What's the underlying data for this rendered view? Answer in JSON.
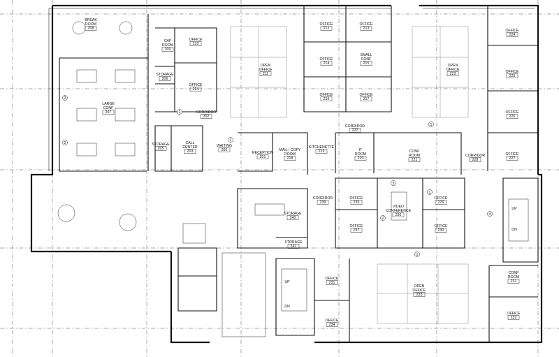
{
  "rooms": [
    {
      "name": "BREAK\nROOM",
      "num": "208"
    },
    {
      "name": "CAF\nROOM",
      "num": "209"
    },
    {
      "name": "OFFICE",
      "num": "210"
    },
    {
      "name": "STORAGE",
      "num": "206"
    },
    {
      "name": "OFFICE",
      "num": "204"
    },
    {
      "name": "LARGE\nCONF",
      "num": "207"
    },
    {
      "name": "CORRIDOR",
      "num": "202"
    },
    {
      "name": "OPEN\nOFFICE",
      "num": "211"
    },
    {
      "name": "OFFICE",
      "num": "212"
    },
    {
      "name": "OFFICE",
      "num": "213"
    },
    {
      "name": "OFFICE",
      "num": "214"
    },
    {
      "name": "SMALL\nCONF",
      "num": "215"
    },
    {
      "name": "OFFICE",
      "num": "216"
    },
    {
      "name": "OFFICE",
      "num": "217"
    },
    {
      "name": "OPEN\nOFFICE",
      "num": "223"
    },
    {
      "name": "OFFICE",
      "num": "224"
    },
    {
      "name": "OFFICE",
      "num": "225"
    },
    {
      "name": "OFFICE",
      "num": "226"
    },
    {
      "name": "OFFICE",
      "num": "227"
    },
    {
      "name": "STORAGE",
      "num": "205"
    },
    {
      "name": "CALL\nCENTER",
      "num": "203"
    },
    {
      "name": "WAITING",
      "num": "200"
    },
    {
      "name": "RECEPTION",
      "num": "201"
    },
    {
      "name": "MAIL / COPY\nROOM",
      "num": "218"
    },
    {
      "name": "KITCHENETTE",
      "num": "219"
    },
    {
      "name": "CORRIDOR",
      "num": "222"
    },
    {
      "name": "IT\nROOM",
      "num": "220"
    },
    {
      "name": "CONF\nROOM",
      "num": "221"
    },
    {
      "name": "CORRIDOR",
      "num": "228"
    },
    {
      "name": "CORRIDOR",
      "num": "239"
    },
    {
      "name": "OFFICE",
      "num": "235"
    },
    {
      "name": "VIDEO\nCONFERENCE",
      "num": "236"
    },
    {
      "name": "OFFICE",
      "num": "229"
    },
    {
      "name": "OFFICE",
      "num": "237"
    },
    {
      "name": "OFFICE",
      "num": "230"
    },
    {
      "name": "STORAGE",
      "num": "240"
    },
    {
      "name": "STORAGE",
      "num": "241"
    },
    {
      "name": "OFFICE",
      "num": "231"
    },
    {
      "name": "OPEN\nOFFICE",
      "num": "233"
    },
    {
      "name": "OFFICE",
      "num": "234"
    },
    {
      "name": "CONF\nROOM",
      "num": "231"
    },
    {
      "name": "OFFICE",
      "num": "232"
    }
  ],
  "markers": [
    "1",
    "2",
    "2",
    "1",
    "1",
    "1",
    "3",
    "2",
    "1",
    "4"
  ],
  "stair_marks": [
    "UP",
    "DN",
    "UP",
    "DN"
  ]
}
